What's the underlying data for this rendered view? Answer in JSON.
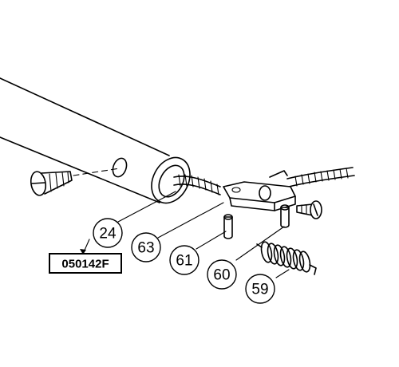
{
  "diagram": {
    "callouts": [
      {
        "id": "tube",
        "label": "24"
      },
      {
        "id": "bracket",
        "label": "63"
      },
      {
        "id": "pin",
        "label": "61"
      },
      {
        "id": "screw",
        "label": "60"
      },
      {
        "id": "spring",
        "label": "59"
      }
    ],
    "part_number": "050142F"
  }
}
